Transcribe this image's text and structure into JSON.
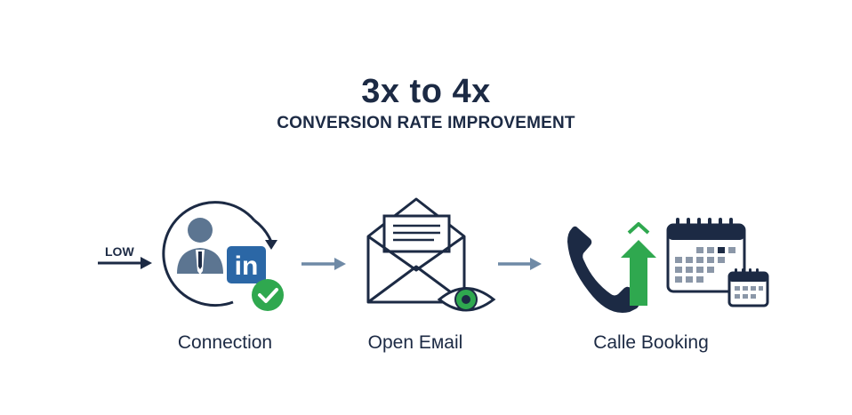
{
  "headline": "3x to 4x",
  "subheadline": "CONVERSION RATE IMPROVEMENT",
  "start_label": "LOW",
  "stages": [
    {
      "label": "Connection",
      "icon": "linkedin-connection-icon"
    },
    {
      "label": "Open Eмail",
      "icon": "open-email-eye-icon"
    },
    {
      "label": "Calle Booking",
      "icon": "phone-calendar-booking-icon"
    }
  ],
  "linkedin_text": "in",
  "colors": {
    "navy": "#1c2a44",
    "slate": "#5c7591",
    "arrow_gray": "#6f8aa6",
    "linkedin_blue": "#2b67a6",
    "green": "#2fa84f",
    "calendar_gray": "#8b97a8"
  }
}
